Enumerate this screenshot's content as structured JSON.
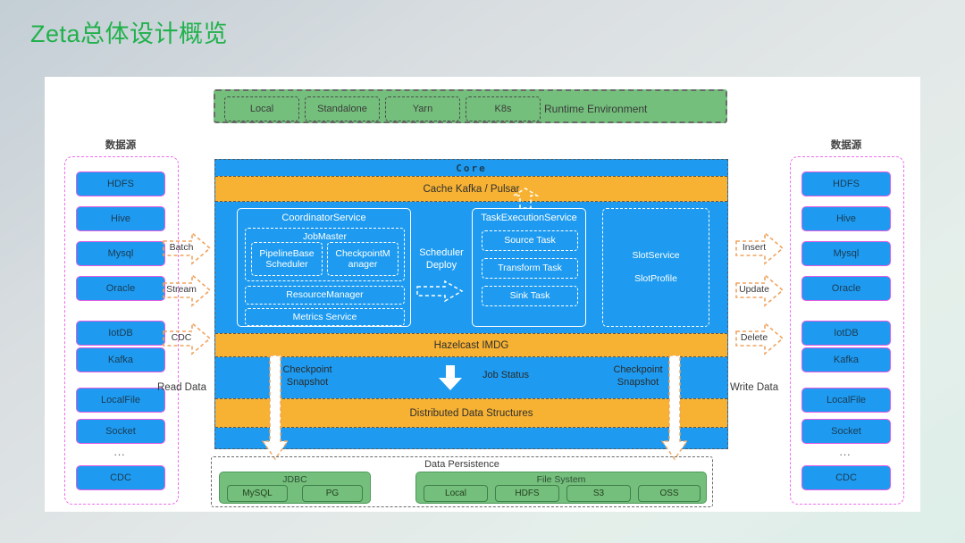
{
  "slide": {
    "title": "Zeta总体设计概览",
    "title_color": "#21b14c"
  },
  "runtime_environment": {
    "label": "Runtime Environment",
    "items": [
      "Local",
      "Standalone",
      "Yarn",
      "K8s"
    ],
    "color": "#74bf7c"
  },
  "source_panel": {
    "title": "数据源",
    "flow_label": "Read Data",
    "items": [
      "HDFS",
      "Hive",
      "Mysql",
      "Oracle",
      "IotDB",
      "Kafka",
      "LocalFile",
      "Socket",
      "CDC"
    ],
    "ellipsis": "...",
    "arrows": [
      "Batch",
      "Stream",
      "CDC"
    ],
    "box_color": "#1e9bf0",
    "border_color": "#e45ce4"
  },
  "sink_panel": {
    "title": "数据源",
    "flow_label": "Write Data",
    "items": [
      "HDFS",
      "Hive",
      "Mysql",
      "Oracle",
      "IotDB",
      "Kafka",
      "LocalFile",
      "Socket",
      "CDC"
    ],
    "ellipsis": "...",
    "arrows": [
      "Insert",
      "Update",
      "Delete"
    ],
    "box_color": "#1e9bf0",
    "border_color": "#e45ce4"
  },
  "core": {
    "title": "Core",
    "cache_band": "Cache Kafka / Pulsar",
    "hazelcast_band": "Hazelcast IMDG",
    "dds_band": "Distributed Data Structures",
    "color": "#1e9bf0",
    "band_color": "#f7b233",
    "coordinator": {
      "title": "CoordinatorService",
      "jobmaster": {
        "title": "JobMaster",
        "children": [
          "PipelineBase\nScheduler",
          "CheckpointM\nanager"
        ]
      },
      "resource_manager": "ResourceManager",
      "metrics_service": "Metrics Service"
    },
    "scheduler_deploy": "Scheduler\nDeploy",
    "task_execution": {
      "title": "TaskExecutionService",
      "tasks": [
        "Source Task",
        "Transform Task",
        "Sink Task"
      ]
    },
    "slot": {
      "service": "SlotService",
      "profile": "SlotProfile"
    },
    "status_row": {
      "checkpoint_left": "Checkpoint\nSnapshot",
      "job_status": "Job Status",
      "checkpoint_right": "Checkpoint\nSnapshot"
    }
  },
  "persistence": {
    "title": "Data Persistence",
    "groups": [
      {
        "title": "JDBC",
        "items": [
          "MySQL",
          "PG"
        ]
      },
      {
        "title": "File System",
        "items": [
          "Local",
          "HDFS",
          "S3",
          "OSS"
        ]
      }
    ],
    "color": "#74bf7c"
  }
}
